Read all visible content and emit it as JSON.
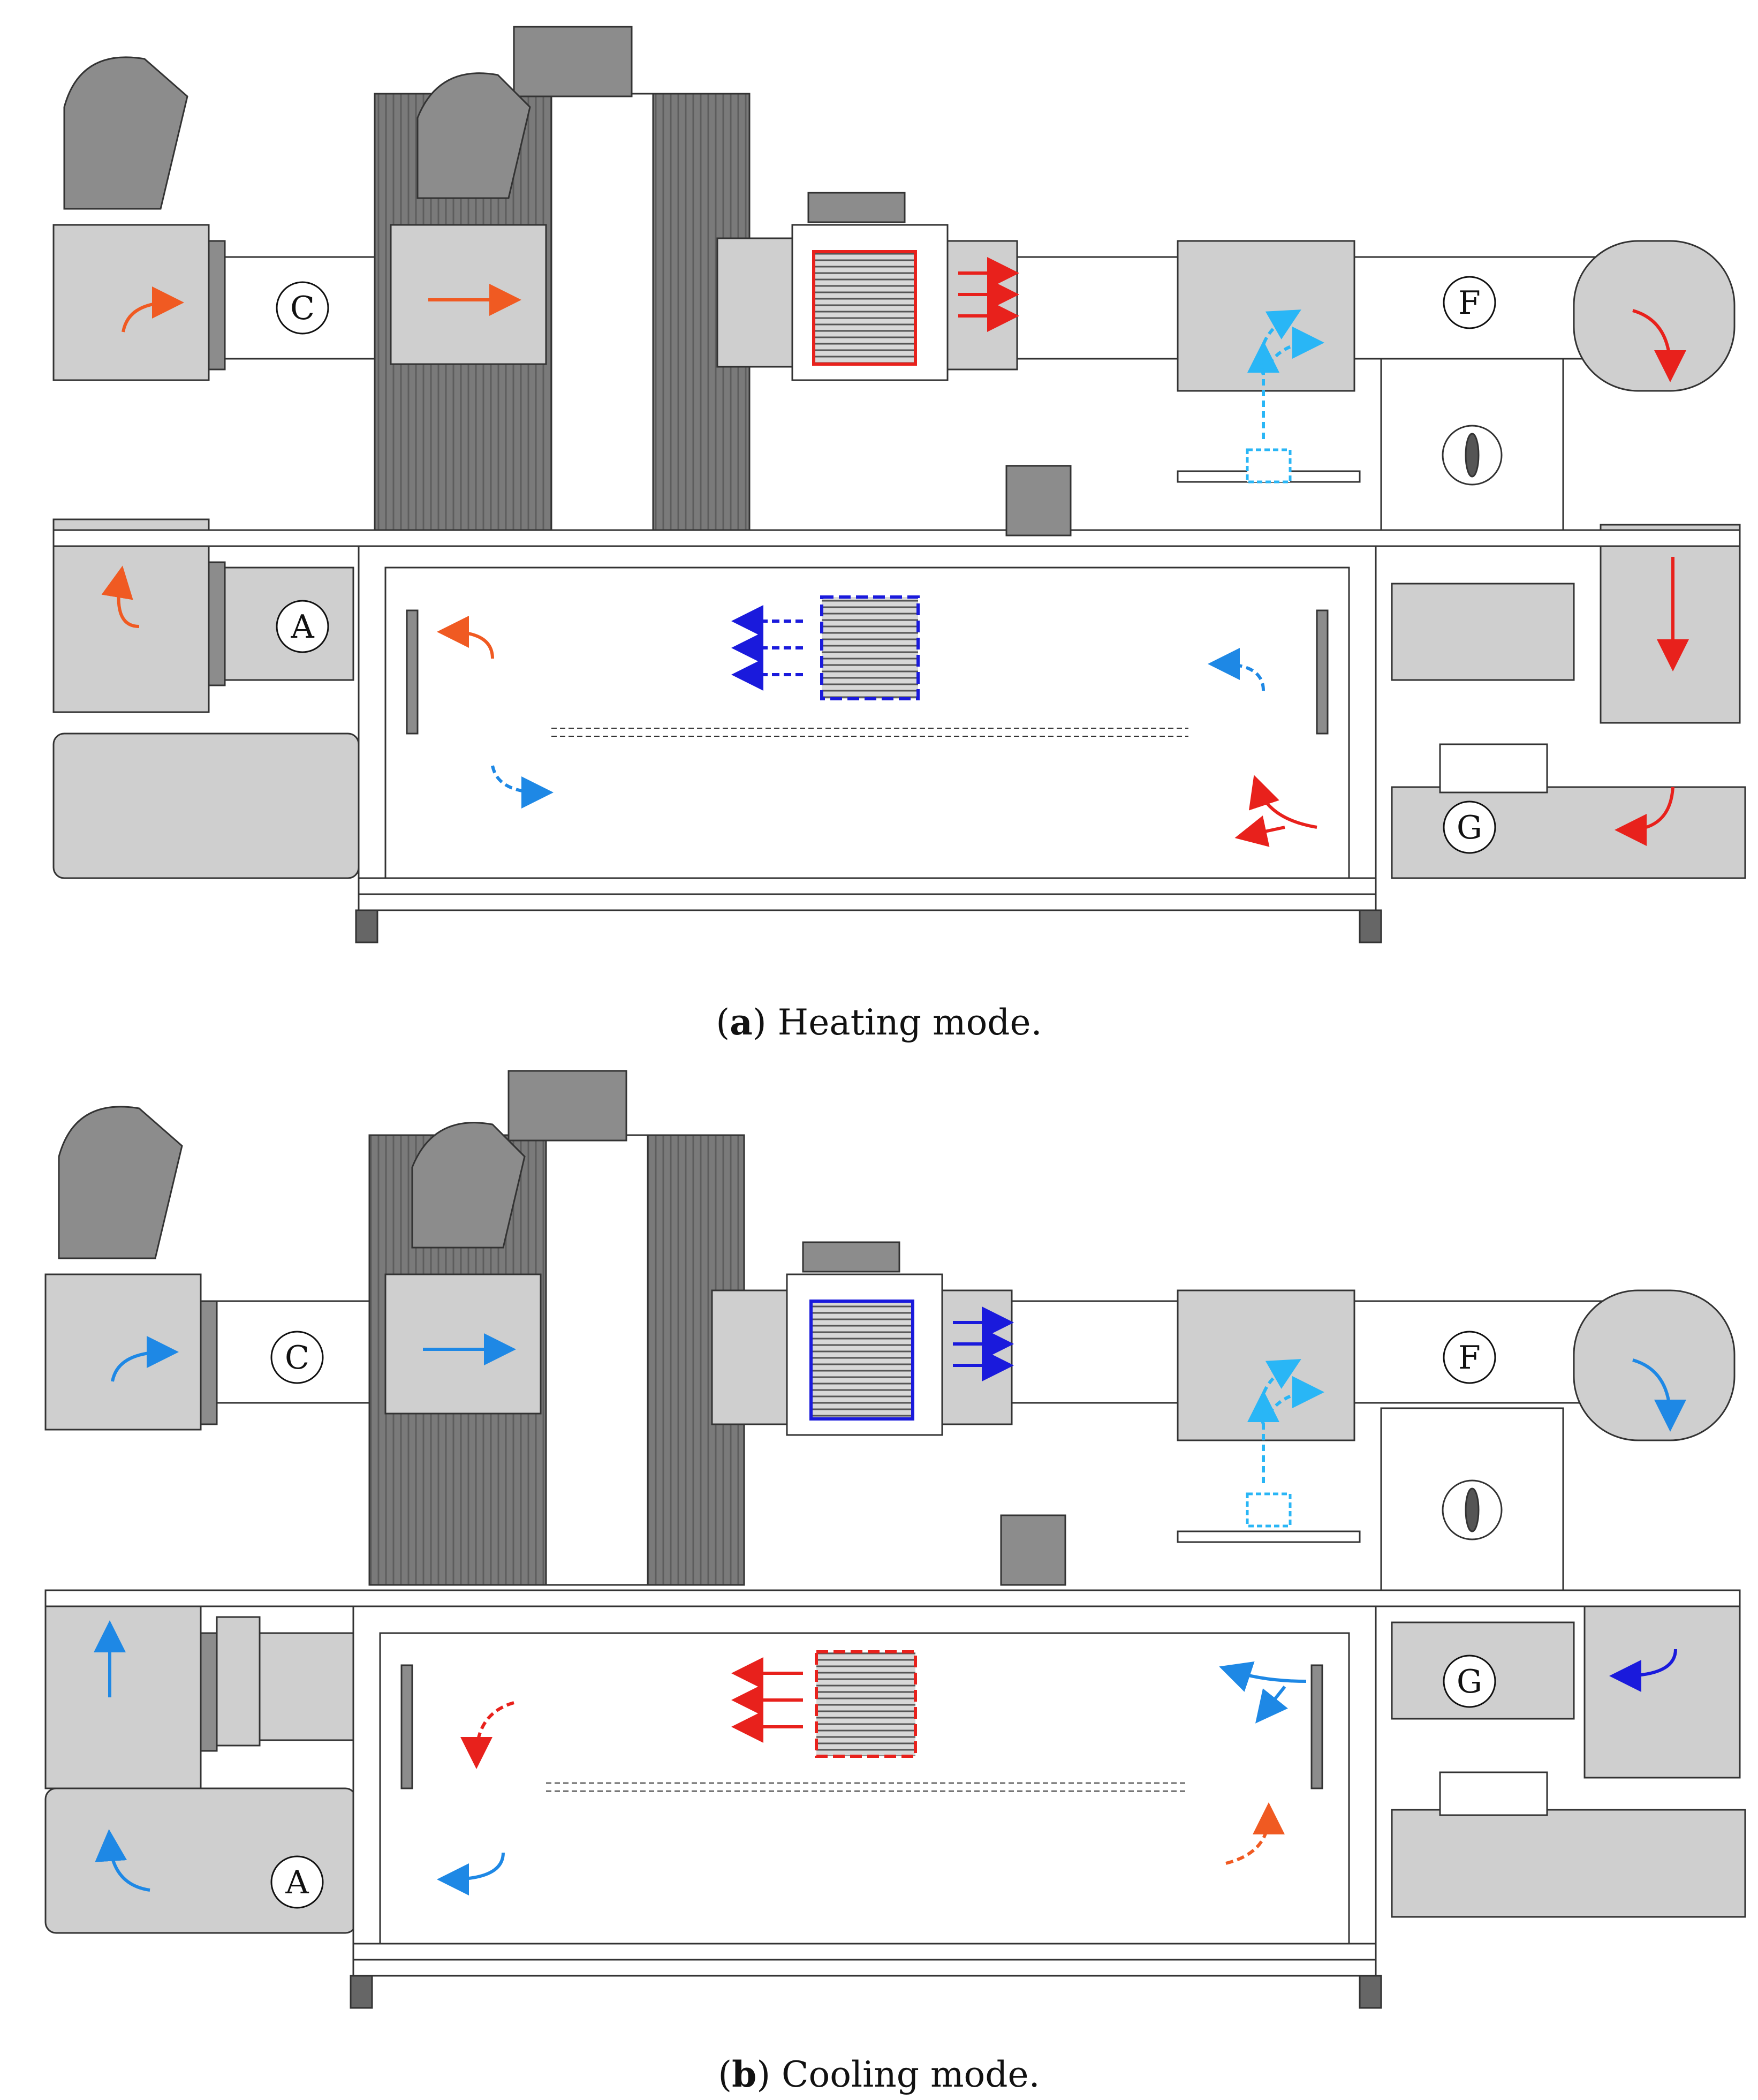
{
  "panels": [
    {
      "letter": "a",
      "caption_text": "Heating mode.",
      "zone_labels": {
        "c": "C",
        "f": "F",
        "a": "A",
        "g": "G"
      }
    },
    {
      "letter": "b",
      "caption_text": "Cooling mode.",
      "zone_labels": {
        "c": "C",
        "f": "F",
        "a": "A",
        "g": "G"
      }
    }
  ],
  "colors": {
    "hot": "#e8211c",
    "hot_orange": "#f05a22",
    "cold": "#1a1adc",
    "cool_blue": "#1e88e5",
    "light_blue": "#29b6f6",
    "duct_fill": "#cfcfcf",
    "dark_gray": "#8c8c8c",
    "frame_line": "#444444"
  },
  "icons": [
    "fan-elbow-icon",
    "heat-exchanger-icon",
    "door-handle-icon",
    "vent-grille-icon",
    "caster-wheel-icon"
  ]
}
